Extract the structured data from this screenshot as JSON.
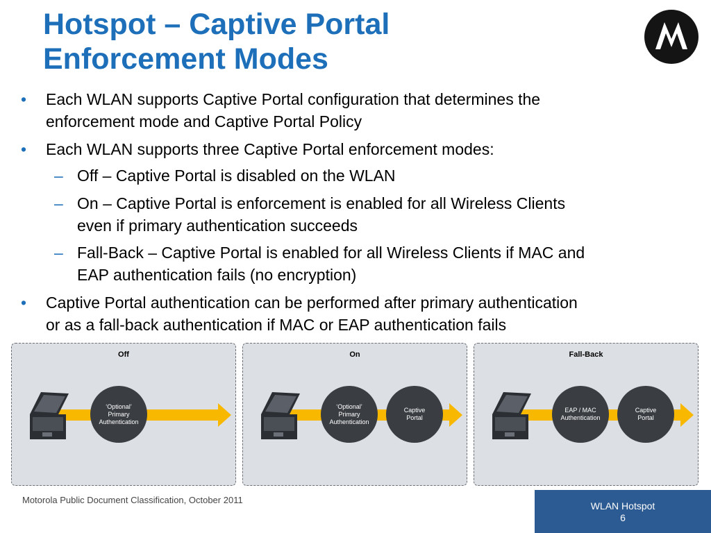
{
  "title": {
    "line1": "Hotspot – Captive Portal",
    "line2": "Enforcement Modes"
  },
  "logo": {
    "icon": "motorola-batwing-logo"
  },
  "bullets": {
    "b1": {
      "mark": "•",
      "line1": "Each WLAN supports Captive Portal configuration that determines the",
      "line2": "enforcement mode and Captive Portal Policy"
    },
    "b2": {
      "mark": "•",
      "line1": "Each WLAN supports three Captive Portal enforcement modes:"
    },
    "s1": {
      "mark": "–",
      "line1": "Off – Captive Portal is disabled on the WLAN"
    },
    "s2": {
      "mark": "–",
      "line1": "On – Captive Portal is enforcement is enabled for all Wireless Clients",
      "line2": "even if primary authentication succeeds"
    },
    "s3": {
      "mark": "–",
      "line1": "Fall-Back – Captive Portal is enabled for all Wireless Clients if MAC and",
      "line2": "EAP authentication fails (no encryption)"
    },
    "b3": {
      "mark": "•",
      "line1": "Captive Portal authentication can be performed after primary authentication",
      "line2": "or as a fall-back authentication if MAC or EAP authentication fails"
    }
  },
  "diagrams": {
    "off": {
      "title": "Off",
      "circle1": [
        "‘Optional’",
        "Primary",
        "Authentication"
      ]
    },
    "on": {
      "title": "On",
      "circle1": [
        "‘Optional’",
        "Primary",
        "Authentication"
      ],
      "circle2": [
        "Captive",
        "Portal"
      ]
    },
    "fallback": {
      "title": "Fall-Back",
      "circle1": [
        "EAP / MAC",
        "Authentication"
      ],
      "circle2": [
        "Captive",
        "Portal"
      ]
    }
  },
  "colors": {
    "title": "#1c6fb8",
    "arrow": "#f9b800",
    "circle": "#3a3e43",
    "footer_box": "#2c5a92",
    "panel": "#dcdfe3"
  },
  "footer": {
    "classification": "Motorola Public Document Classification, October 2011",
    "section": "WLAN Hotspot",
    "page": "6"
  }
}
